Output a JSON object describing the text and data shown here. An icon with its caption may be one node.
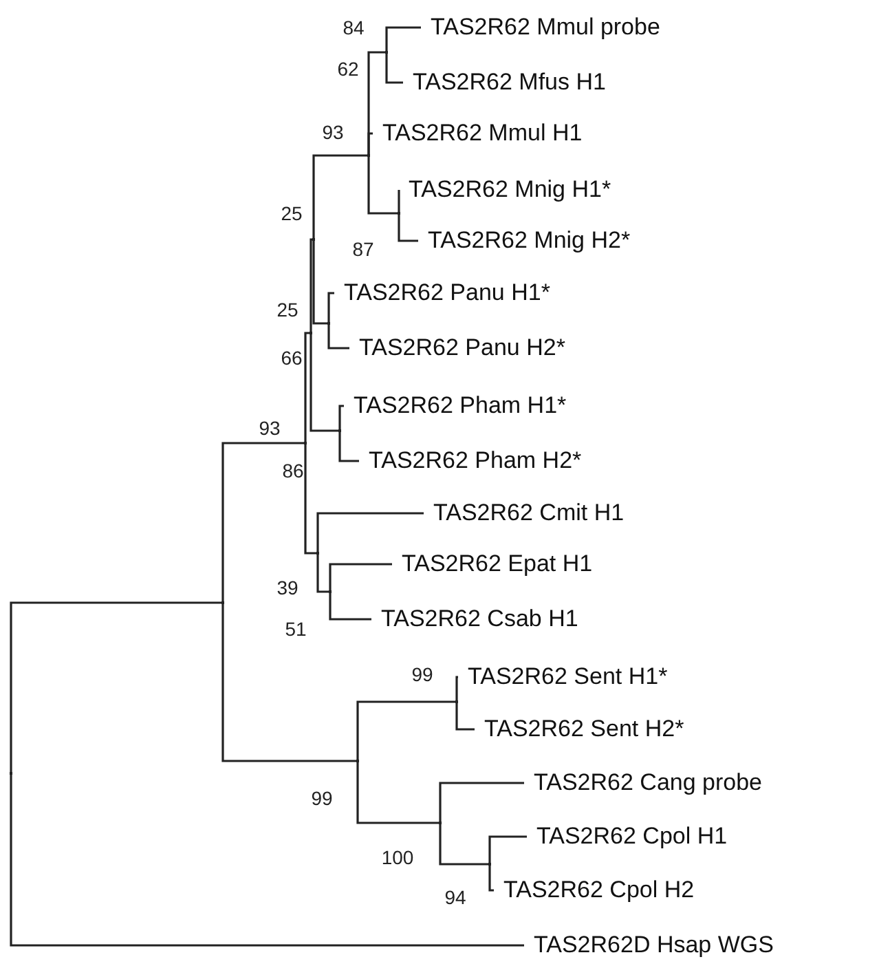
{
  "diagram": {
    "nodes": [
      {
        "text": [
          "TAS2R62 Mmul probe"
        ]
      },
      {
        "text": [
          "TAS2R62 Mfus H1"
        ]
      },
      {
        "text": [
          "TAS2R62 Mmul H1"
        ]
      },
      {
        "text": [
          "TAS2R62 Mnig H1*"
        ]
      },
      {
        "text": [
          "TAS2R62 Mnig H2*"
        ]
      },
      {
        "text": [
          "TAS2R62 Panu H1*"
        ]
      },
      {
        "text": [
          "TAS2R62 Panu H2*"
        ]
      },
      {
        "text": [
          "TAS2R62 Pham H1*"
        ]
      },
      {
        "text": [
          "TAS2R62 Pham H2*"
        ]
      },
      {
        "text": [
          "TAS2R62 Cmit H1"
        ]
      },
      {
        "text": [
          "TAS2R62 Epat H1"
        ]
      },
      {
        "text": [
          "TAS2R62 Csab H1"
        ]
      },
      {
        "text": [
          "TAS2R62 Sent H1*"
        ]
      },
      {
        "text": [
          "TAS2R62 Sent H2*"
        ]
      },
      {
        "text": [
          "TAS2R62 Cang probe"
        ]
      },
      {
        "text": [
          "TAS2R62 Cpol H1"
        ]
      },
      {
        "text": [
          "TAS2R62 Cpol H2"
        ]
      },
      {
        "text": [
          "TAS2R62D Hsap WGS"
        ]
      },
      {
        "text": [],
        "shape": "point"
      },
      {
        "text": [],
        "shape": "point"
      },
      {
        "text": [],
        "shape": "point"
      },
      {
        "text": [],
        "shape": "point"
      },
      {
        "text": [],
        "shape": "point"
      },
      {
        "text": [],
        "shape": "point"
      },
      {
        "text": [],
        "shape": "point"
      },
      {
        "text": [],
        "shape": "point"
      },
      {
        "text": [],
        "shape": "point"
      },
      {
        "text": [],
        "shape": "point"
      },
      {
        "text": [],
        "shape": "point"
      },
      {
        "text": [],
        "shape": "point"
      },
      {
        "text": [],
        "shape": "point"
      },
      {
        "text": [],
        "shape": "point"
      },
      {
        "text": [],
        "shape": "point"
      },
      {
        "text": [],
        "shape": "point"
      }
    ],
    "edges": [
      {
        "from": 18,
        "to": 19,
        "arrow": "none"
      },
      {
        "from": 18,
        "to": 17,
        "arrow": "none"
      },
      {
        "from": 19,
        "to": 20,
        "arrow": "none"
      },
      {
        "from": 19,
        "to": 30,
        "arrow": "none"
      },
      {
        "from": 20,
        "to": 21,
        "arrow": "none"
      },
      {
        "from": 20,
        "to": 28,
        "arrow": "none"
      },
      {
        "from": 21,
        "to": 22,
        "arrow": "none"
      },
      {
        "from": 21,
        "to": 27,
        "arrow": "none"
      },
      {
        "from": 22,
        "to": 23,
        "arrow": "none"
      },
      {
        "from": 22,
        "to": 26,
        "arrow": "none"
      },
      {
        "from": 23,
        "to": 24,
        "arrow": "none"
      },
      {
        "from": 23,
        "to": 2,
        "arrow": "none"
      },
      {
        "from": 23,
        "to": 25,
        "arrow": "none"
      },
      {
        "from": 24,
        "to": 0,
        "arrow": "none"
      },
      {
        "from": 24,
        "to": 1,
        "arrow": "none"
      },
      {
        "from": 25,
        "to": 3,
        "arrow": "none"
      },
      {
        "from": 25,
        "to": 4,
        "arrow": "none"
      },
      {
        "from": 26,
        "to": 5,
        "arrow": "none"
      },
      {
        "from": 26,
        "to": 6,
        "arrow": "none"
      },
      {
        "from": 27,
        "to": 7,
        "arrow": "none"
      },
      {
        "from": 27,
        "to": 8,
        "arrow": "none"
      },
      {
        "from": 28,
        "to": 9,
        "arrow": "none"
      },
      {
        "from": 28,
        "to": 29,
        "arrow": "none"
      },
      {
        "from": 29,
        "to": 10,
        "arrow": "none"
      },
      {
        "from": 29,
        "to": 11,
        "arrow": "none"
      },
      {
        "from": 30,
        "to": 31,
        "arrow": "none"
      },
      {
        "from": 30,
        "to": 32,
        "arrow": "none"
      },
      {
        "from": 31,
        "to": 12,
        "arrow": "none"
      },
      {
        "from": 31,
        "to": 13,
        "arrow": "none"
      },
      {
        "from": 32,
        "to": 14,
        "arrow": "none"
      },
      {
        "from": 32,
        "to": 33,
        "arrow": "none"
      },
      {
        "from": 33,
        "to": 15,
        "arrow": "none"
      },
      {
        "from": 33,
        "to": 16,
        "arrow": "none"
      }
    ],
    "labels": [
      "84",
      "62",
      "93",
      "25",
      "87",
      "25",
      "66",
      "93",
      "86",
      "39",
      "51",
      "99",
      "99",
      "100",
      "94"
    ]
  }
}
